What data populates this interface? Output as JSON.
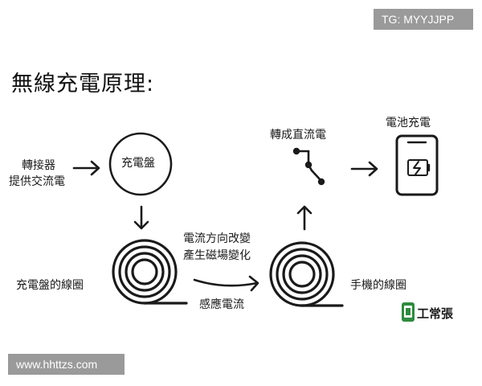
{
  "watermark_top": "TG: MYYJJPP",
  "watermark_bottom": "www.hhttzs.com",
  "title": "無線充電原理:",
  "labels": {
    "adapter_line1": "轉接器",
    "adapter_line2": "提供交流電",
    "charger_disc": "充電盤",
    "charger_coil": "充電盤的線圈",
    "field_line1": "電流方向改變",
    "field_line2": "產生磁場變化",
    "induced_current": "感應電流",
    "phone_coil": "手機的線圈",
    "rectify": "轉成直流電",
    "battery_charge": "電池充電"
  },
  "logo_text": "工常張",
  "colors": {
    "stroke": "#1a1a1a",
    "logo_green": "#2e8b3e",
    "badge_bg": "#9a9a9a"
  }
}
